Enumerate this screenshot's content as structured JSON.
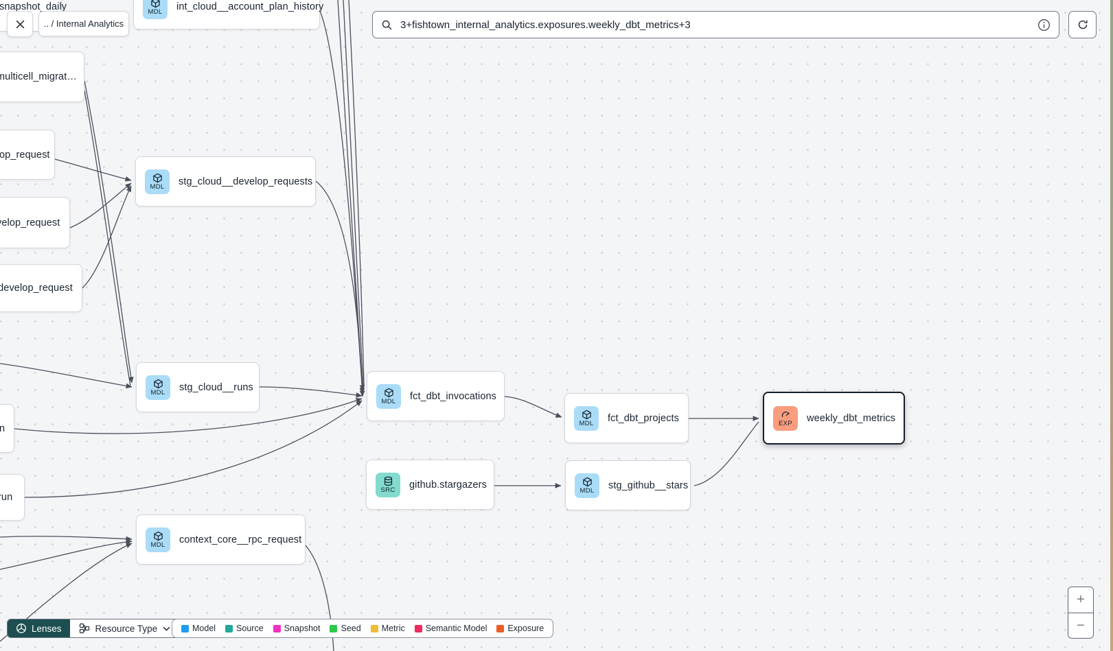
{
  "topbar": {
    "breadcrumb": ".. / Internal Analytics",
    "search_value": "3+fishtown_internal_analytics.exposures.weekly_dbt_metrics+3"
  },
  "nodes": [
    {
      "label": "snapshot_daily",
      "badge": ""
    },
    {
      "label": "int_cloud__account_plan_history",
      "badge": "MDL"
    },
    {
      "label": "multicell_migrat…",
      "badge": ""
    },
    {
      "label": "op_request",
      "badge": ""
    },
    {
      "label": "velop_request",
      "badge": ""
    },
    {
      "label": ".develop_request",
      "badge": ""
    },
    {
      "label": "stg_cloud__develop_requests",
      "badge": "MDL"
    },
    {
      "label": "stg_cloud__runs",
      "badge": "MDL"
    },
    {
      "label": "n",
      "badge": ""
    },
    {
      "label": "run",
      "badge": ""
    },
    {
      "label": "fct_dbt_invocations",
      "badge": "MDL"
    },
    {
      "label": "fct_dbt_projects",
      "badge": "MDL"
    },
    {
      "label": "weekly_dbt_metrics",
      "badge": "EXP",
      "selected": true
    },
    {
      "label": "github.stargazers",
      "badge": "SRC"
    },
    {
      "label": "stg_github__stars",
      "badge": "MDL"
    },
    {
      "label": "context_core__rpc_request",
      "badge": "MDL"
    }
  ],
  "toolbar": {
    "lenses_label": "Lenses",
    "resource_type_label": "Resource Type"
  },
  "legend": {
    "items": [
      {
        "label": "Model",
        "color": "#209bf0"
      },
      {
        "label": "Source",
        "color": "#22a79b"
      },
      {
        "label": "Snapshot",
        "color": "#ef2fc4"
      },
      {
        "label": "Seed",
        "color": "#2bc948"
      },
      {
        "label": "Metric",
        "color": "#eebd35"
      },
      {
        "label": "Semantic Model",
        "color": "#ee2a5e"
      },
      {
        "label": "Exposure",
        "color": "#ee5b27"
      }
    ]
  },
  "zoom_controls": {
    "zoom_in": "+",
    "zoom_out": "−"
  },
  "colors": {
    "model_badge": "#aadcf7",
    "source_badge": "#82dbce",
    "exposure_badge": "#f99d7e",
    "lenses_button": "#1d4e50",
    "edge": "#49505c"
  }
}
